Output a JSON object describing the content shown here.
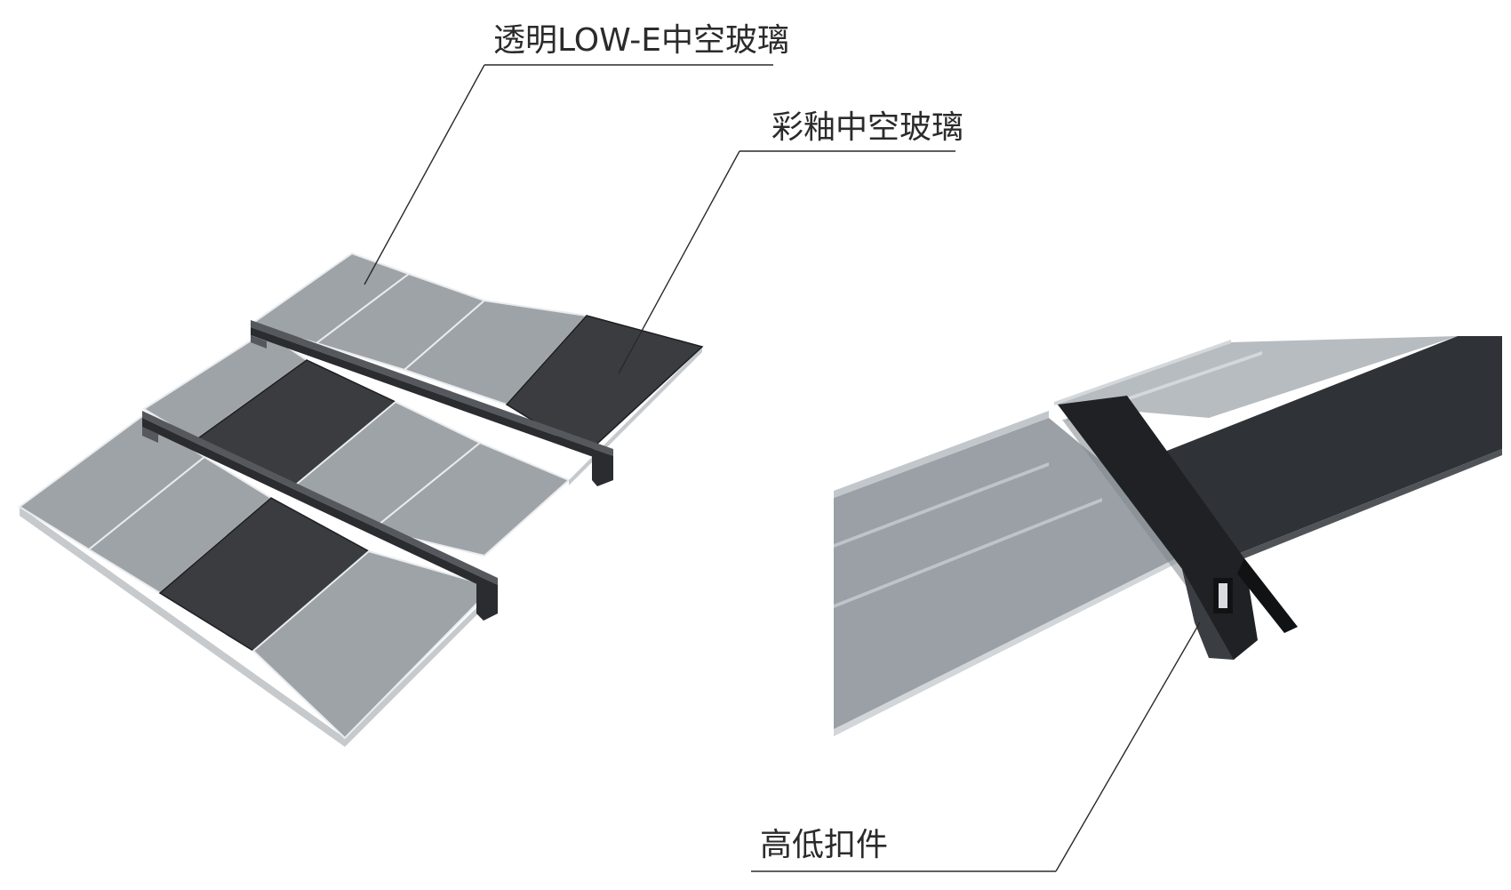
{
  "callouts": {
    "clear_lowe_glass": "透明LOW-E中空玻璃",
    "glazed_insulating_glass": "彩釉中空玻璃",
    "step_clamp": "高低扣件"
  },
  "colors": {
    "clear_glass": "#9ea3a8",
    "fritted_glass": "#3a3c40",
    "mullion": "#2a2c30",
    "leader_line": "#2a2a2a"
  }
}
